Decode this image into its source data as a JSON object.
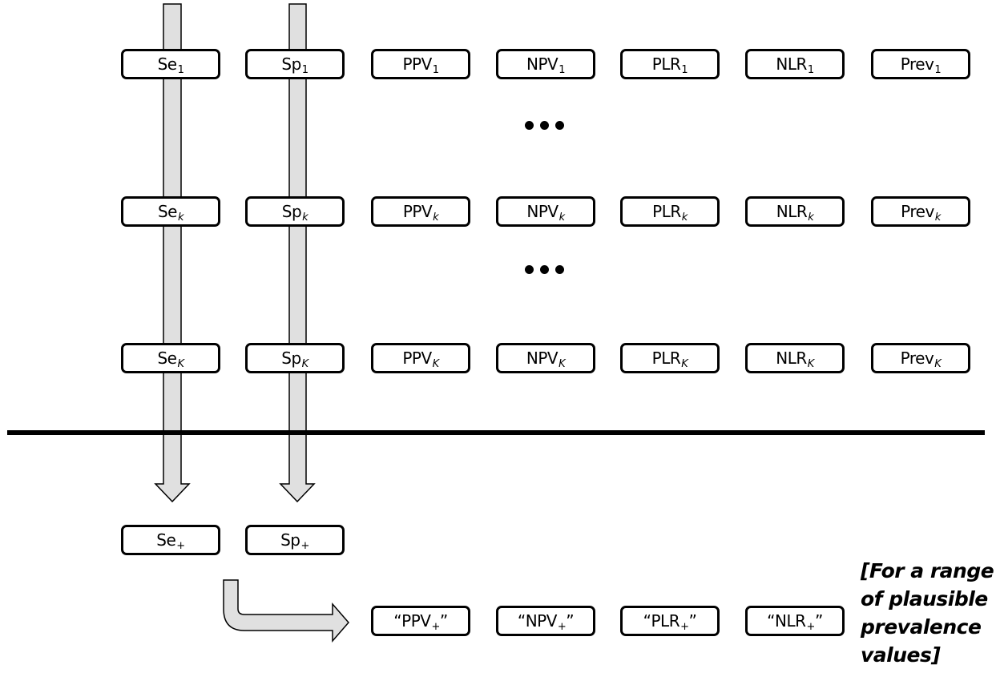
{
  "colors": {
    "stroke": "#000000",
    "arrow_fill": "#e0e0e0",
    "box_fill": "#ffffff"
  },
  "rows": [
    {
      "index_label": "1",
      "index_italic": false,
      "boxes": [
        {
          "name": "Se",
          "sub": "1"
        },
        {
          "name": "Sp",
          "sub": "1"
        },
        {
          "name": "PPV",
          "sub": "1"
        },
        {
          "name": "NPV",
          "sub": "1"
        },
        {
          "name": "PLR",
          "sub": "1"
        },
        {
          "name": "NLR",
          "sub": "1"
        },
        {
          "name": "Prev",
          "sub": "1"
        }
      ]
    },
    {
      "index_label": "k",
      "index_italic": true,
      "boxes": [
        {
          "name": "Se",
          "sub": "k"
        },
        {
          "name": "Sp",
          "sub": "k"
        },
        {
          "name": "PPV",
          "sub": "k"
        },
        {
          "name": "NPV",
          "sub": "k"
        },
        {
          "name": "PLR",
          "sub": "k"
        },
        {
          "name": "NLR",
          "sub": "k"
        },
        {
          "name": "Prev",
          "sub": "k"
        }
      ]
    },
    {
      "index_label": "K",
      "index_italic": true,
      "boxes": [
        {
          "name": "Se",
          "sub": "K"
        },
        {
          "name": "Sp",
          "sub": "K"
        },
        {
          "name": "PPV",
          "sub": "K"
        },
        {
          "name": "NPV",
          "sub": "K"
        },
        {
          "name": "PLR",
          "sub": "K"
        },
        {
          "name": "NLR",
          "sub": "K"
        },
        {
          "name": "Prev",
          "sub": "K"
        }
      ]
    }
  ],
  "ellipsis": [
    "•",
    "•",
    "•"
  ],
  "pooled": [
    {
      "name": "Se",
      "sub": "+"
    },
    {
      "name": "Sp",
      "sub": "+"
    }
  ],
  "derived": [
    {
      "prefix": "“",
      "name": "PPV",
      "sub": "+",
      "suffix": "”"
    },
    {
      "prefix": "“",
      "name": "NPV",
      "sub": "+",
      "suffix": "”"
    },
    {
      "prefix": "“",
      "name": "PLR",
      "sub": "+",
      "suffix": "”"
    },
    {
      "prefix": "“",
      "name": "NLR",
      "sub": "+",
      "suffix": "”"
    }
  ],
  "note_lines": [
    "[For a range",
    "of plausible",
    "prevalence",
    "values]"
  ]
}
